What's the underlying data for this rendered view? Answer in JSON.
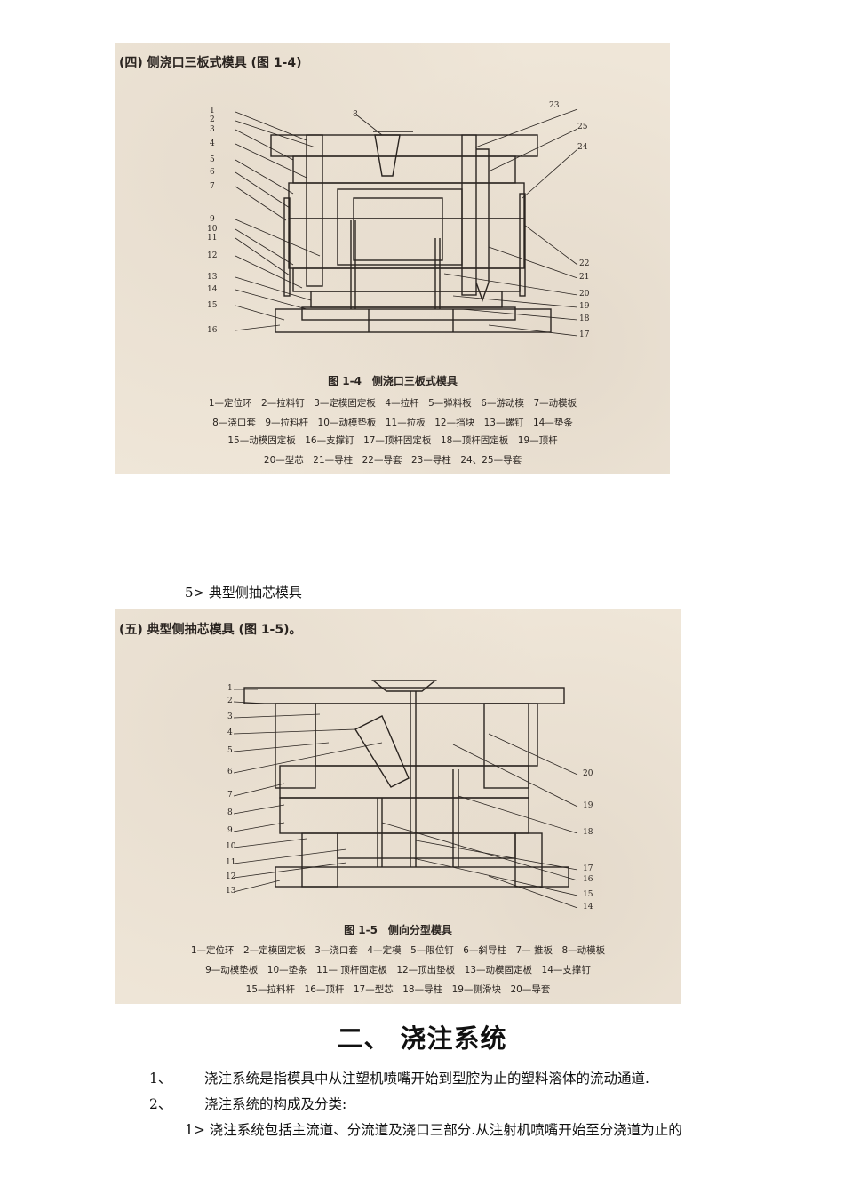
{
  "figure1": {
    "header": "(四) 侧浇口三板式模具 (图 1-4)",
    "caption": "图 1-4　侧浇口三板式模具",
    "legend": [
      "1—定位环　2—拉料钉　3—定模固定板　4—拉杆　5—弹料板　6—游动模　7—动模板",
      "8—浇口套　9—拉料杆　10—动模垫板　11—拉板　12—挡块　13—螺钉　14—垫条",
      "15—动模固定板　16—支撑钉　17—顶杆固定板　18—顶杆固定板　19—顶杆",
      "20—型芯　21—导柱　22—导套　23—导柱　24、25—导套"
    ],
    "left_numbers": [
      "1",
      "2",
      "3",
      "4",
      "5",
      "6",
      "7",
      "9",
      "10",
      "11",
      "12",
      "13",
      "14",
      "15",
      "16"
    ],
    "right_numbers": [
      "23",
      "25",
      "24",
      "22",
      "21",
      "20",
      "19",
      "18",
      "17"
    ],
    "top_number": "8"
  },
  "caption_5": "5>  典型侧抽芯模具",
  "figure2": {
    "header": "(五) 典型侧抽芯模具 (图 1-5)。",
    "caption": "图 1-5　侧向分型模具",
    "legend": [
      "1—定位环　2—定模固定板　3—浇口套　4—定模　5—限位钉　6—斜导柱　7— 推板　8—动模板",
      "9—动模垫板　10—垫条　11— 顶杆固定板　12—顶出垫板　13—动模固定板　14—支撑钉",
      "15—拉料杆　16—顶杆　17—型芯　18—导柱　19—侧滑块　20—导套"
    ],
    "left_numbers": [
      "1",
      "2",
      "3",
      "4",
      "5",
      "6",
      "7",
      "8",
      "9",
      "10",
      "11",
      "12",
      "13"
    ],
    "right_numbers": [
      "20",
      "19",
      "18",
      "17",
      "16",
      "15",
      "14"
    ]
  },
  "section": {
    "title": "二、 浇注系统",
    "items": [
      {
        "num": "1、",
        "text": "浇注系统是指模具中从注塑机喷嘴开始到型腔为止的塑料溶体的流动通道."
      },
      {
        "num": "2、",
        "text": "浇注系统的构成及分类:"
      }
    ],
    "sub": "1>  浇注系统包括主流道、分流道及浇口三部分.从注射机喷嘴开始至分浇道为止的"
  }
}
